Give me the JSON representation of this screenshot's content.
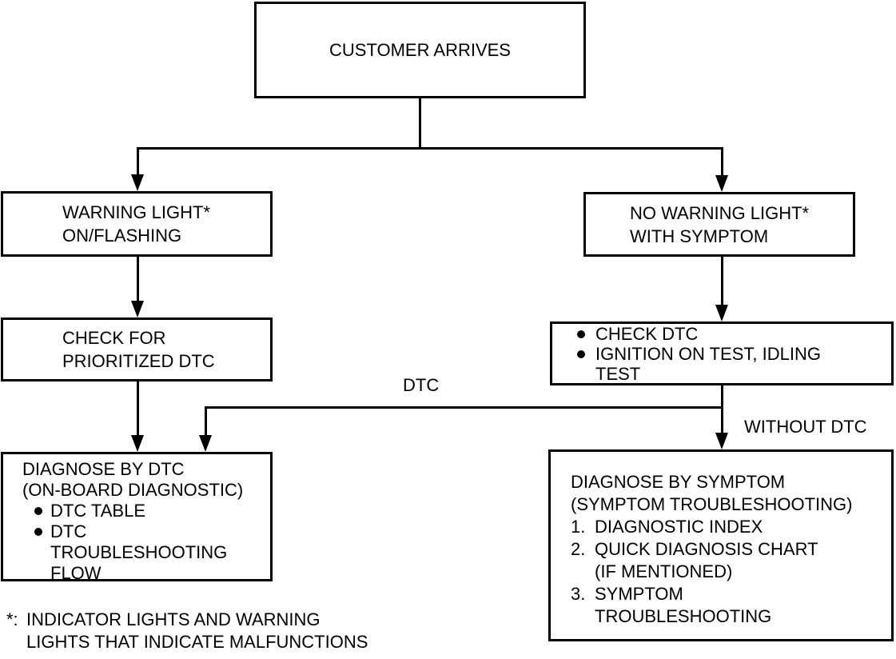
{
  "diagram": {
    "background_color": "#ffffff",
    "line_color": "#000000",
    "nodes": {
      "customer_arrives": {
        "lines": [
          "CUSTOMER ARRIVES"
        ]
      },
      "warning_light": {
        "lines": [
          "WARNING LIGHT*",
          "ON/FLASHING"
        ]
      },
      "no_warning_light": {
        "lines": [
          "NO WARNING LIGHT*",
          "WITH SYMPTOM"
        ]
      },
      "check_prioritized_dtc": {
        "lines": [
          "CHECK FOR",
          "PRIORITIZED DTC"
        ]
      },
      "check_dtc": {
        "items": [
          {
            "lines": [
              "CHECK DTC"
            ]
          },
          {
            "lines": [
              "IGNITION ON TEST, IDLING",
              "TEST"
            ]
          }
        ]
      },
      "diagnose_by_dtc": {
        "lines": [
          "DIAGNOSE BY DTC",
          "(ON-BOARD DIAGNOSTIC)"
        ],
        "items": [
          {
            "lines": [
              "DTC TABLE"
            ]
          },
          {
            "lines": [
              "DTC",
              "TROUBLESHOOTING",
              "FLOW"
            ]
          }
        ]
      },
      "diagnose_by_symptom": {
        "lines": [
          "DIAGNOSE BY SYMPTOM",
          "(SYMPTOM TROUBLESHOOTING)"
        ],
        "items": [
          {
            "num": "1.",
            "lines": [
              "DIAGNOSTIC INDEX"
            ]
          },
          {
            "num": "2.",
            "lines": [
              "QUICK DIAGNOSIS CHART",
              "(IF MENTIONED)"
            ]
          },
          {
            "num": "3.",
            "lines": [
              "SYMPTOM",
              "TROUBLESHOOTING"
            ]
          }
        ]
      }
    },
    "edge_labels": {
      "dtc": "DTC",
      "without_dtc": "WITHOUT DTC"
    },
    "footnote": {
      "marker": "*:",
      "lines": [
        "INDICATOR LIGHTS AND WARNING",
        "LIGHTS THAT INDICATE MALFUNCTIONS"
      ]
    }
  }
}
